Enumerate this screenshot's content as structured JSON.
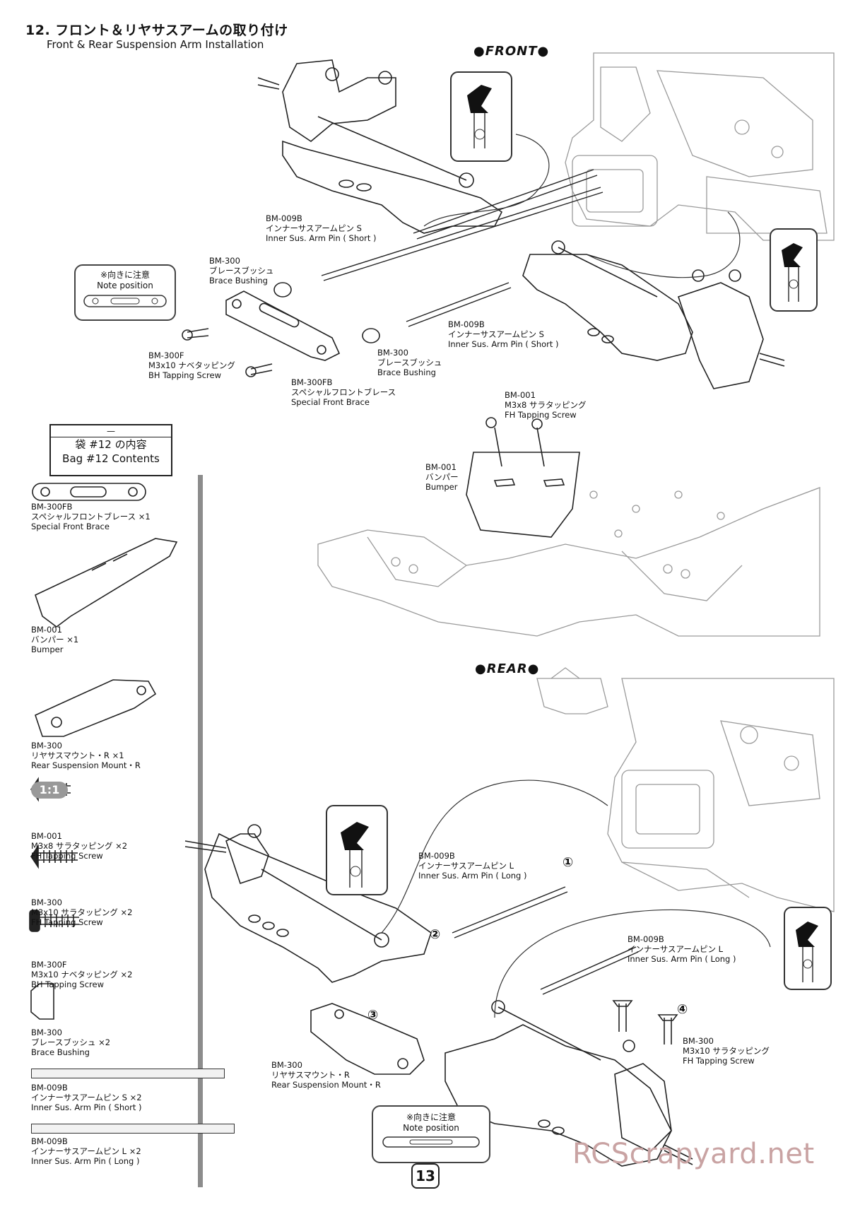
{
  "header": {
    "title_jp": "12. フロント＆リヤサスアームの取り付け",
    "title_en": "Front & Rear Suspension Arm Installation"
  },
  "sections": {
    "front": "●FRONT●",
    "rear": "●REAR●"
  },
  "front_labels": {
    "pin_short_top": [
      "BM-009B",
      "インナーサスアームピン S",
      "Inner Sus. Arm Pin ( Short )"
    ],
    "brace_bushing_left": [
      "BM-300",
      "ブレースブッシュ",
      "Brace Bushing"
    ],
    "note_position": [
      "※向きに注意",
      "Note position"
    ],
    "screw_bh": [
      "BM-300F",
      "M3x10 ナベタッピング",
      "BH Tapping Screw"
    ],
    "front_brace": [
      "BM-300FB",
      "スペシャルフロントブレース",
      "Special Front Brace"
    ],
    "brace_bushing_right": [
      "BM-300",
      "ブレースブッシュ",
      "Brace Bushing"
    ],
    "pin_short_right": [
      "BM-009B",
      "インナーサスアームピン S",
      "Inner Sus. Arm Pin ( Short )"
    ],
    "screw_fh": [
      "BM-001",
      "M3x8 サラタッピング",
      "FH Tapping Screw"
    ],
    "bumper": [
      "BM-001",
      "バンパー",
      "Bumper"
    ]
  },
  "bag": {
    "number_line": "—",
    "title_jp": "袋 #12 の内容",
    "title_en": "Bag #12 Contents",
    "scale": "1:1",
    "items": [
      [
        "BM-300FB",
        "スペシャルフロントブレース ×1",
        "Special Front Brace"
      ],
      [
        "BM-001",
        "バンパー ×1",
        "Bumper"
      ],
      [
        "BM-300",
        "リヤサスマウント・R ×1",
        "Rear Suspension Mount・R"
      ],
      [
        "BM-001",
        "M3x8 サラタッピング ×2",
        "FH Tapping Screw"
      ],
      [
        "BM-300",
        "M3x10 サラタッピング ×2",
        "FH Tapping Screw"
      ],
      [
        "BM-300F",
        "M3x10 ナベタッピング ×2",
        "BH Tapping Screw"
      ],
      [
        "BM-300",
        "ブレースブッシュ ×2",
        "Brace Bushing"
      ],
      [
        "BM-009B",
        "インナーサスアームピン S ×2",
        "Inner Sus. Arm Pin ( Short )"
      ],
      [
        "BM-009B",
        "インナーサスアームピン L ×2",
        "Inner Sus. Arm Pin ( Long )"
      ]
    ]
  },
  "rear_labels": {
    "pin_long_top": [
      "BM-009B",
      "インナーサスアームピン L",
      "Inner Sus. Arm Pin ( Long )"
    ],
    "pin_long_right": [
      "BM-009B",
      "インナーサスアームピン L",
      "Inner Sus. Arm Pin ( Long )"
    ],
    "screw_fh": [
      "BM-300",
      "M3x10 サラタッピング",
      "FH Tapping Screw"
    ],
    "rear_mount": [
      "BM-300",
      "リヤサスマウント・R",
      "Rear Suspension Mount・R"
    ],
    "note_position": [
      "※向きに注意",
      "Note position"
    ],
    "steps": [
      "①",
      "②",
      "③",
      "④"
    ]
  },
  "page_number": "13",
  "watermark": "RCScrapyard.net"
}
